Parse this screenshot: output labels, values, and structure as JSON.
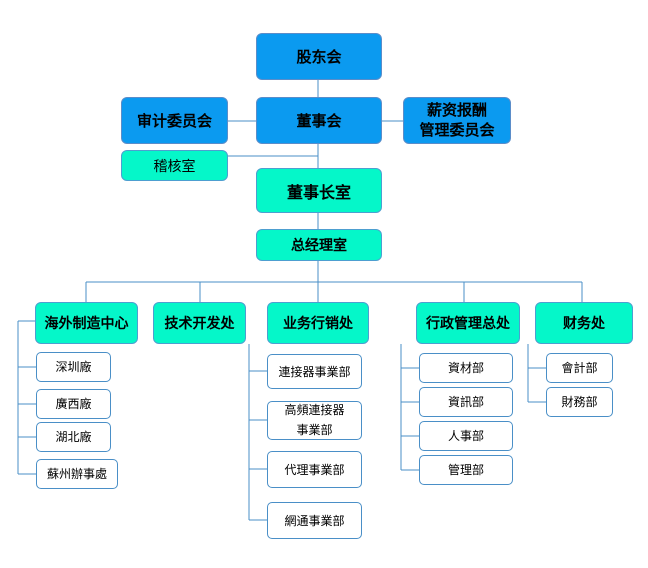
{
  "colors": {
    "board": "#0b9af0",
    "office": "#05f7c9",
    "line": "#4a8fc7",
    "sub_fill": "#ffffff"
  },
  "top": {
    "shareholders": "股东会",
    "board": "董事会",
    "audit_committee": "审计委员会",
    "compensation_committee": "薪资报酬\n管理委员会",
    "internal_audit": "稽核室",
    "chairman_office": "董事长室",
    "gm_office": "总经理室"
  },
  "divisions": [
    {
      "label": "海外制造中心",
      "subs": [
        "深圳廠",
        "廣西廠",
        "湖北廠",
        "蘇州辦事處"
      ]
    },
    {
      "label": "技术开发处",
      "subs": []
    },
    {
      "label": "业务行销处",
      "subs": [
        "連接器事業部",
        "高頻連接器\n事業部",
        "代理事業部",
        "網通事業部"
      ]
    },
    {
      "label": "行政管理总处",
      "subs": [
        "資材部",
        "資訊部",
        "人事部",
        "管理部"
      ]
    },
    {
      "label": "财务处",
      "subs": [
        "會計部",
        "財務部"
      ]
    }
  ]
}
